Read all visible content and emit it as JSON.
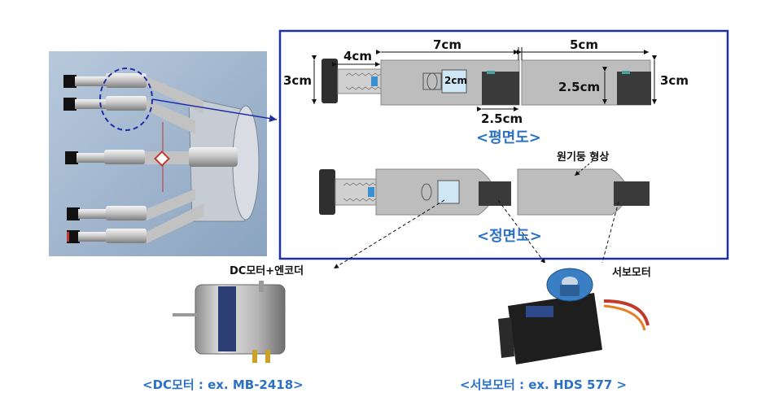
{
  "colors": {
    "frame": "#1f2fa8",
    "accent_text": "#2b72c6",
    "cad_bg": "#9fb5cc",
    "body_fill": "#bdbdbd",
    "dark_part": "#3a3a3a"
  },
  "top_view": {
    "title": "<평면도>",
    "dim_height_left": "3cm",
    "dim_4cm": "4cm",
    "dim_7cm": "7cm",
    "dim_5cm": "5cm",
    "dim_2cm": "2cm",
    "dim_25_vertical": "2.5cm",
    "dim_3cm_right": "3cm",
    "dim_25_bottom": "2.5cm"
  },
  "front_view": {
    "title": "<정면도>",
    "note": "원기둥 형상"
  },
  "dc_motor": {
    "label": "DC모터+엔코더",
    "caption": "<DC모터 : ex. MB-2418>"
  },
  "servo": {
    "label": "서보모터",
    "caption": "<서보모터 : ex. HDS 577 >"
  }
}
